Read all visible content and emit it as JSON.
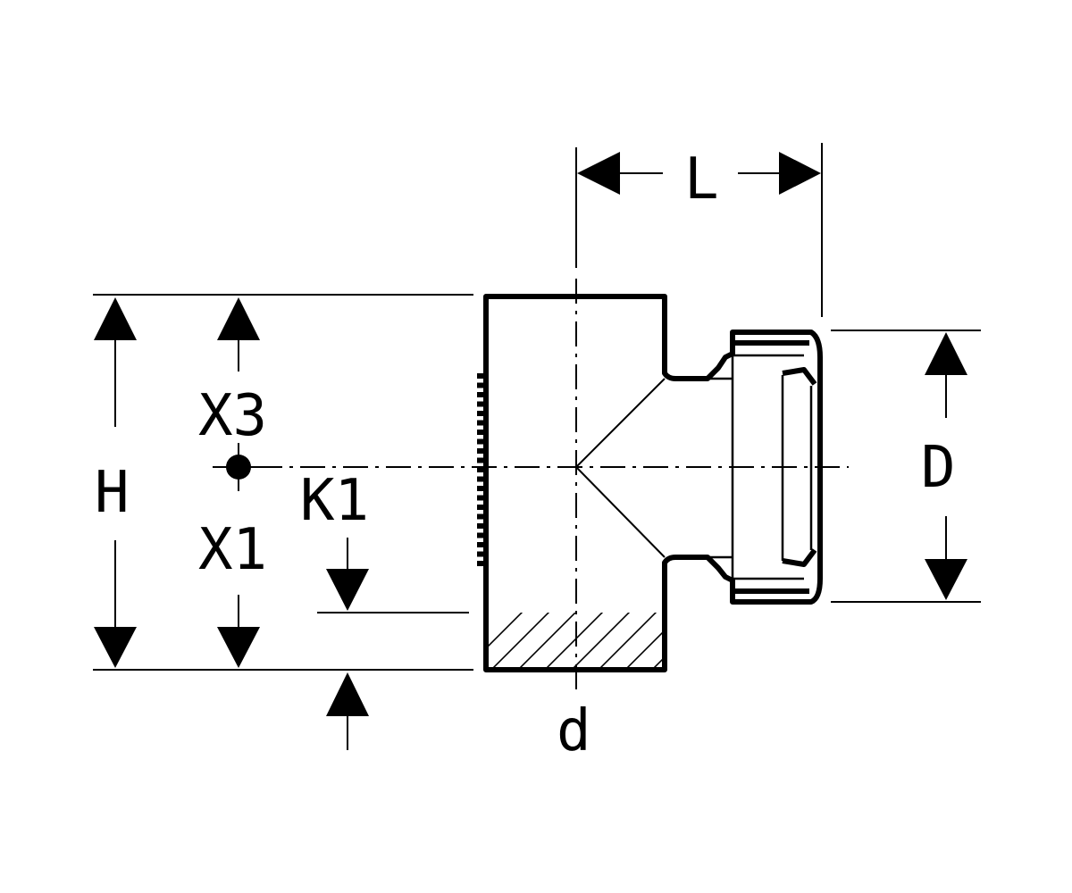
{
  "labels": {
    "L": "L",
    "H": "H",
    "X3": "X3",
    "X1": "X1",
    "K1": "K1",
    "D": "D",
    "d": "d"
  },
  "colors": {
    "line": "#000000",
    "background": "#ffffff"
  }
}
